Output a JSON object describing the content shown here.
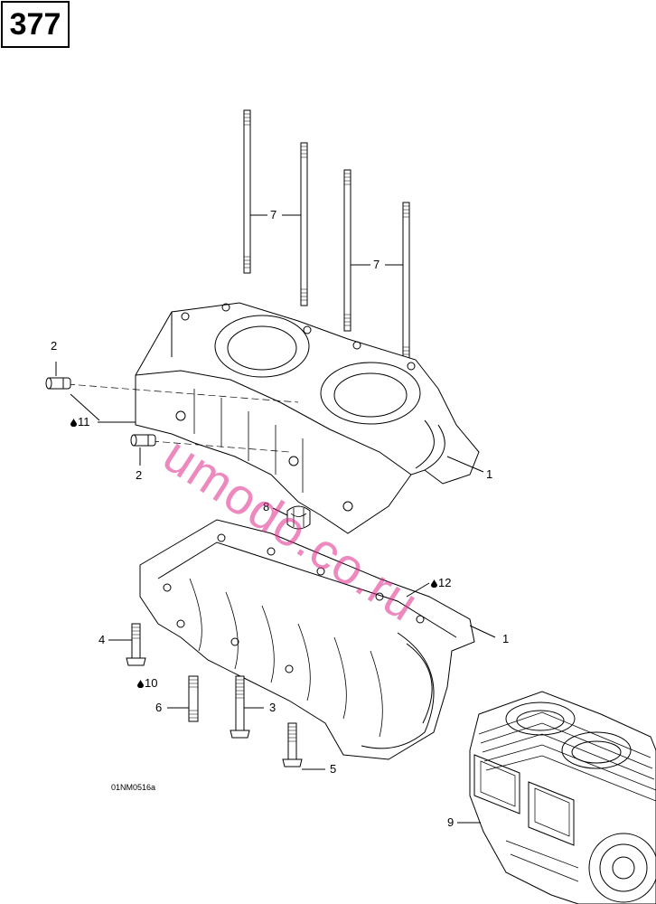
{
  "page": {
    "number": "377"
  },
  "callouts": [
    {
      "id": "c7a",
      "text": "7"
    },
    {
      "id": "c7b",
      "text": "7"
    },
    {
      "id": "c2a",
      "text": "2"
    },
    {
      "id": "c11",
      "text": "11"
    },
    {
      "id": "c2b",
      "text": "2"
    },
    {
      "id": "c1a",
      "text": "1"
    },
    {
      "id": "c8",
      "text": "8"
    },
    {
      "id": "c12",
      "text": "12"
    },
    {
      "id": "c1b",
      "text": "1"
    },
    {
      "id": "c4",
      "text": "4"
    },
    {
      "id": "c10",
      "text": "10"
    },
    {
      "id": "c6",
      "text": "6"
    },
    {
      "id": "c3",
      "text": "3"
    },
    {
      "id": "c5",
      "text": "5"
    },
    {
      "id": "c9",
      "text": "9"
    }
  ],
  "drawing_code": "01NM0516a",
  "watermark": "umodo.co.ru",
  "colors": {
    "line": "#000000",
    "watermark": "#e02a8c",
    "background": "#ffffff"
  }
}
